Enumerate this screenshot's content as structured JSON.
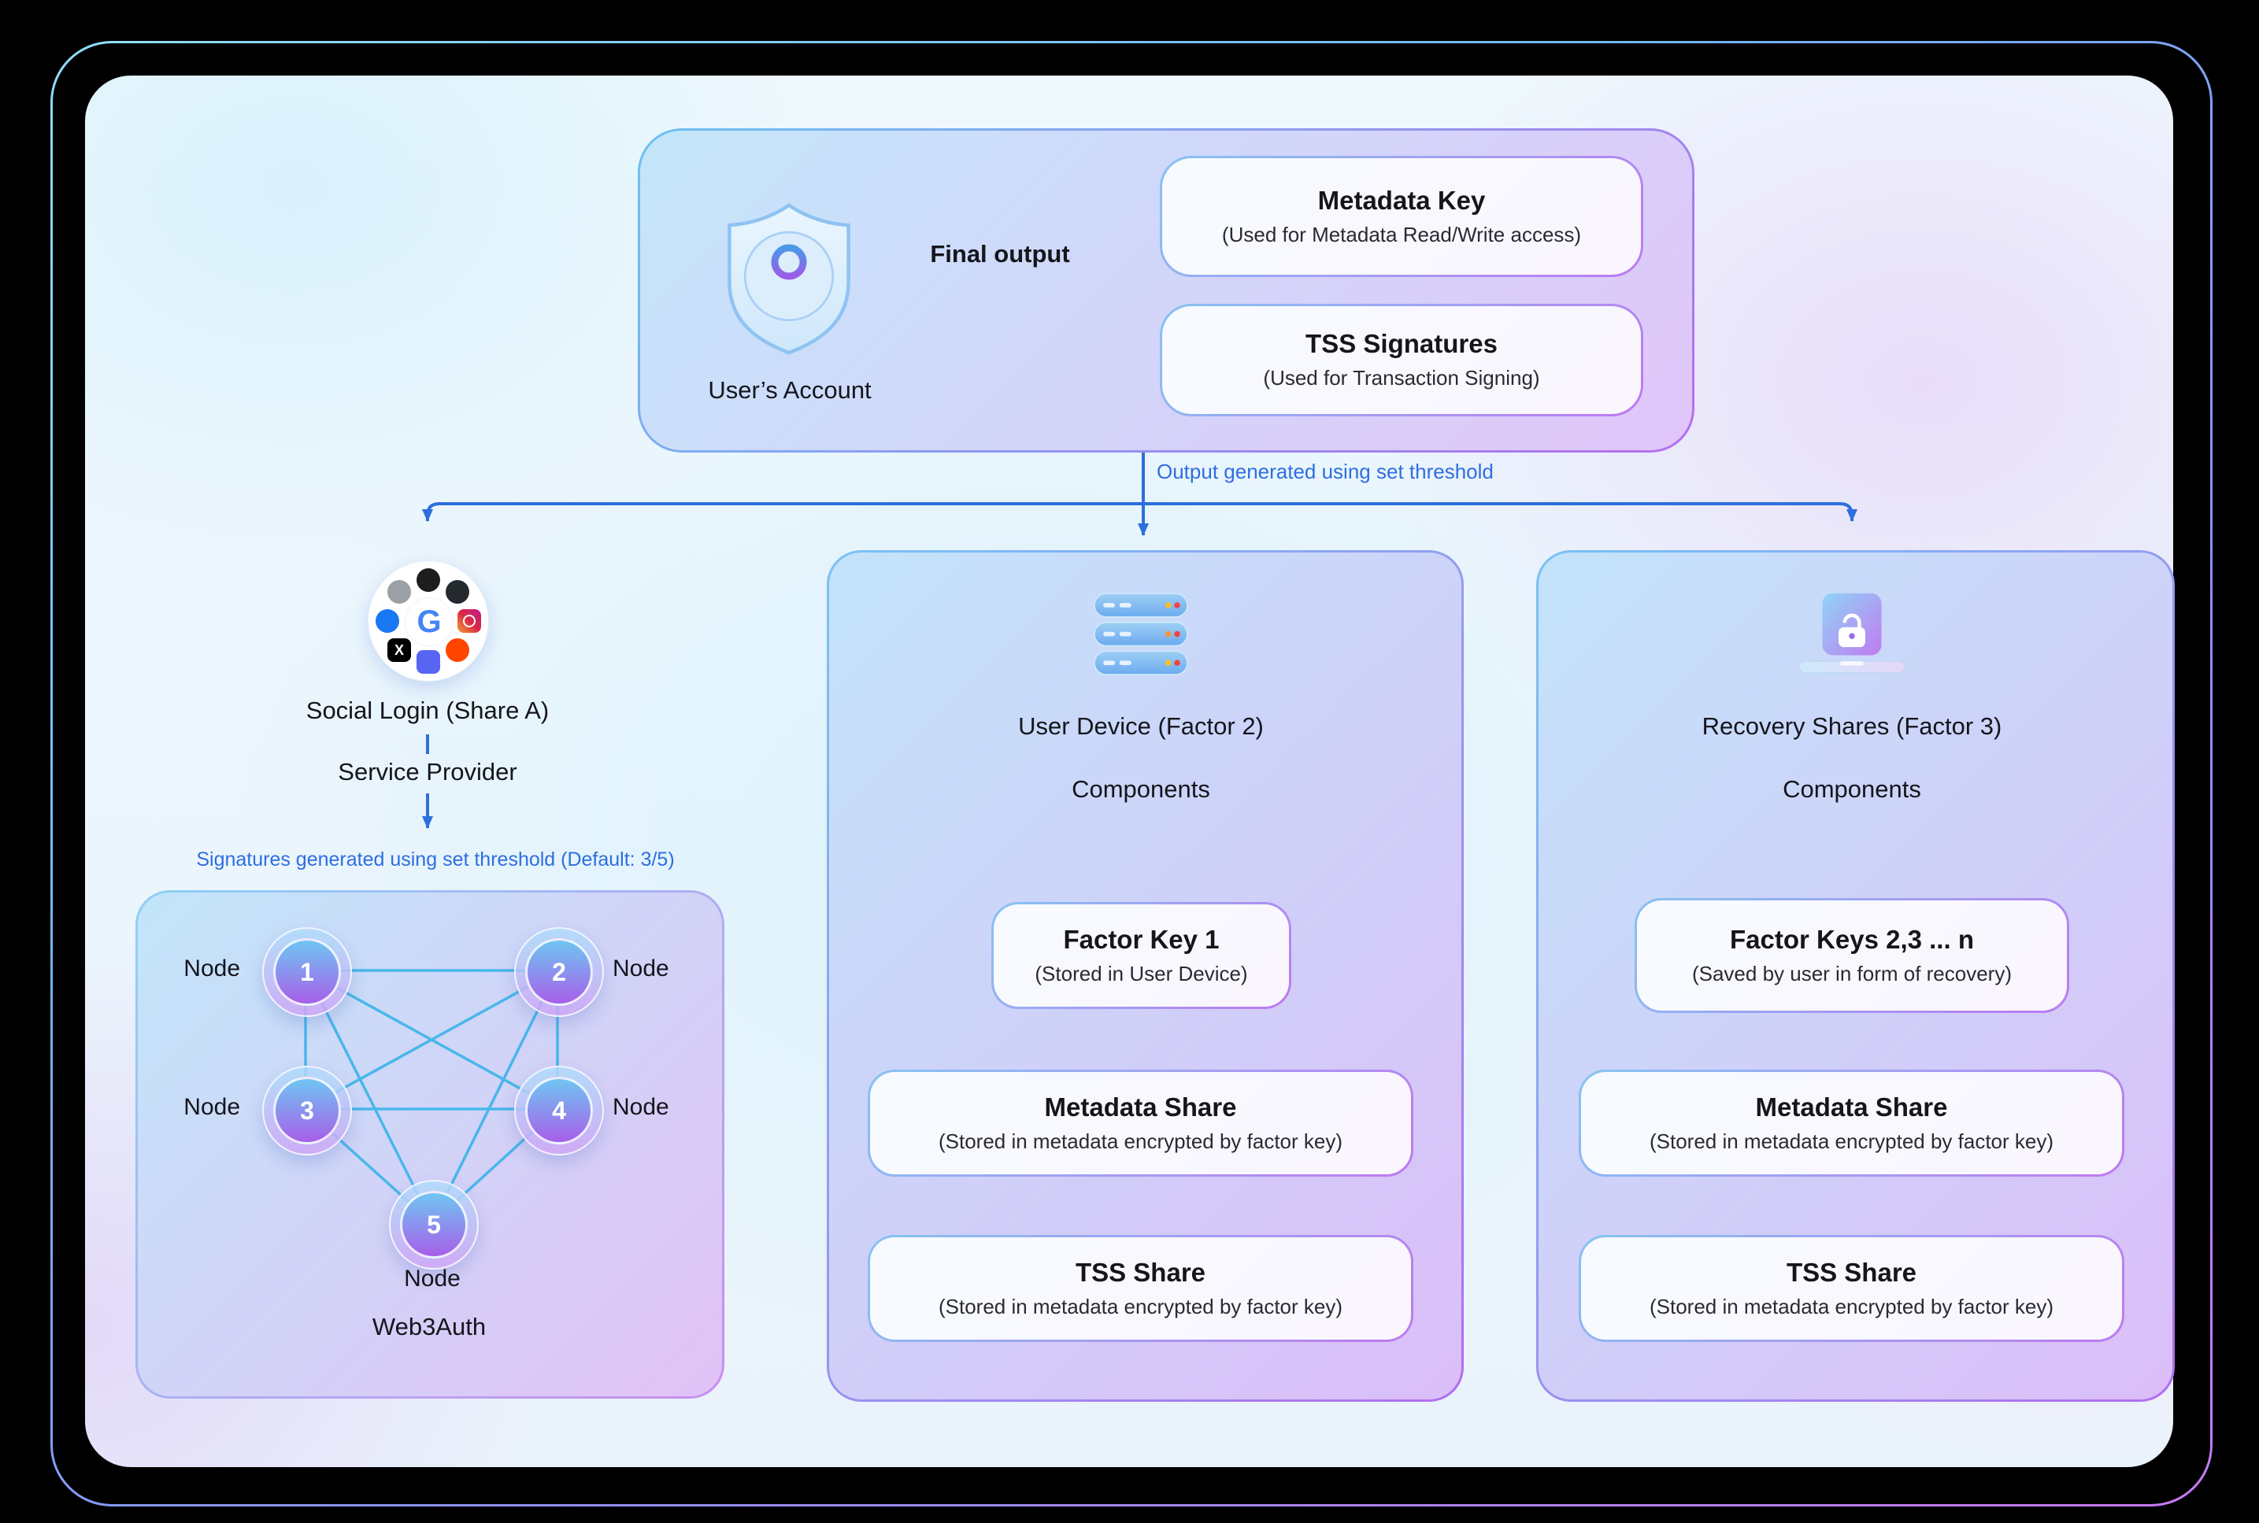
{
  "colors": {
    "arrow_blue": "#2c6fdd",
    "edge_cyan": "#3ab4e9",
    "note_blue": "#2e6ee0",
    "border_gradient_start": "#79c2f3",
    "border_gradient_end": "#b06ef0"
  },
  "account": {
    "label": "User’s Account",
    "final_output_label": "Final output",
    "threshold_note": "Output generated using set threshold",
    "outputs": [
      {
        "title": "Metadata Key",
        "subtitle": "(Used for Metadata Read/Write access)"
      },
      {
        "title": "TSS Signatures",
        "subtitle": "(Used for Transaction Signing)"
      }
    ]
  },
  "social": {
    "title": "Social Login (Share A)",
    "subtitle": "Service Provider",
    "threshold_note": "Signatures generated using set threshold (Default: 3/5)",
    "icon_glyphs": {
      "google": "G",
      "x": "X"
    },
    "network": {
      "caption": "Web3Auth",
      "node_label": "Node",
      "nodes": [
        {
          "id": "1"
        },
        {
          "id": "2"
        },
        {
          "id": "3"
        },
        {
          "id": "4"
        },
        {
          "id": "5"
        }
      ]
    }
  },
  "factor2": {
    "title": "User Device (Factor 2)",
    "components_label": "Components",
    "cards": [
      {
        "title": "Factor Key 1",
        "subtitle": "(Stored in User Device)"
      },
      {
        "title": "Metadata Share",
        "subtitle": "(Stored in metadata encrypted by factor key)"
      },
      {
        "title": "TSS Share",
        "subtitle": "(Stored in metadata encrypted by factor key)"
      }
    ]
  },
  "factor3": {
    "title": "Recovery Shares (Factor 3)",
    "components_label": "Components",
    "cards": [
      {
        "title": "Factor Keys 2,3 ... n",
        "subtitle": "(Saved by user in form of recovery)"
      },
      {
        "title": "Metadata Share",
        "subtitle": "(Stored in metadata encrypted by factor key)"
      },
      {
        "title": "TSS Share",
        "subtitle": "(Stored in metadata encrypted by factor key)"
      }
    ]
  }
}
